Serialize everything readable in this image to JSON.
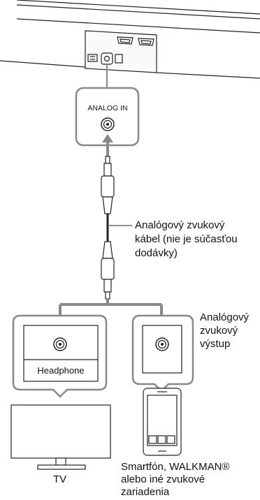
{
  "device_ports": {
    "analog_in_label": "ANALOG IN"
  },
  "cable": {
    "label_lines": [
      "Analógový zvukový",
      "kábel (nie je súčasťou",
      "dodávky)"
    ]
  },
  "output": {
    "label_lines": [
      "Analógový",
      "zvukový",
      "výstup"
    ]
  },
  "tv": {
    "port_label": "Headphone",
    "caption": "TV"
  },
  "smartphone": {
    "caption_lines": [
      "Smartfón, WALKMAN®",
      "alebo iné zvukové",
      "zariadenia"
    ]
  }
}
